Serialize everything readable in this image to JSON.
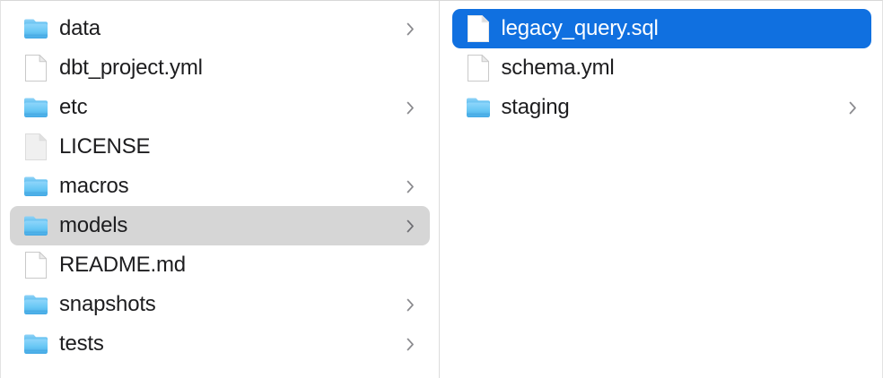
{
  "window": {
    "title": "Finder Column View",
    "view_mode": "column",
    "background_color": "#ffffff",
    "divider_color": "#dcdcdc"
  },
  "colors": {
    "selection_blue": "#1070e0",
    "highlight_gray": "#d6d6d6",
    "text_primary": "#1d1d1f",
    "text_selected": "#ffffff",
    "folder_blue": "#5ec2f4",
    "chevron_gray": "#8a8a8e"
  },
  "columns": [
    {
      "name": "project-root-column",
      "items": [
        {
          "label": "data",
          "kind": "folder",
          "icon": "folder-icon",
          "chevron": true,
          "state": "normal"
        },
        {
          "label": "dbt_project.yml",
          "kind": "file",
          "icon": "document-icon",
          "chevron": false,
          "state": "normal"
        },
        {
          "label": "etc",
          "kind": "folder",
          "icon": "folder-icon",
          "chevron": true,
          "state": "normal"
        },
        {
          "label": "LICENSE",
          "kind": "file",
          "icon": "plain-document-icon",
          "chevron": false,
          "state": "normal"
        },
        {
          "label": "macros",
          "kind": "folder",
          "icon": "folder-icon",
          "chevron": true,
          "state": "normal"
        },
        {
          "label": "models",
          "kind": "folder",
          "icon": "folder-icon",
          "chevron": true,
          "state": "highlighted"
        },
        {
          "label": "README.md",
          "kind": "file",
          "icon": "document-icon",
          "chevron": false,
          "state": "normal"
        },
        {
          "label": "snapshots",
          "kind": "folder",
          "icon": "folder-icon",
          "chevron": true,
          "state": "normal"
        },
        {
          "label": "tests",
          "kind": "folder",
          "icon": "folder-icon",
          "chevron": true,
          "state": "normal"
        }
      ]
    },
    {
      "name": "models-folder-column",
      "items": [
        {
          "label": "legacy_query.sql",
          "kind": "file",
          "icon": "document-icon",
          "chevron": false,
          "state": "selected"
        },
        {
          "label": "schema.yml",
          "kind": "file",
          "icon": "document-icon",
          "chevron": false,
          "state": "normal"
        },
        {
          "label": "staging",
          "kind": "folder",
          "icon": "folder-icon",
          "chevron": true,
          "state": "normal"
        }
      ]
    }
  ]
}
